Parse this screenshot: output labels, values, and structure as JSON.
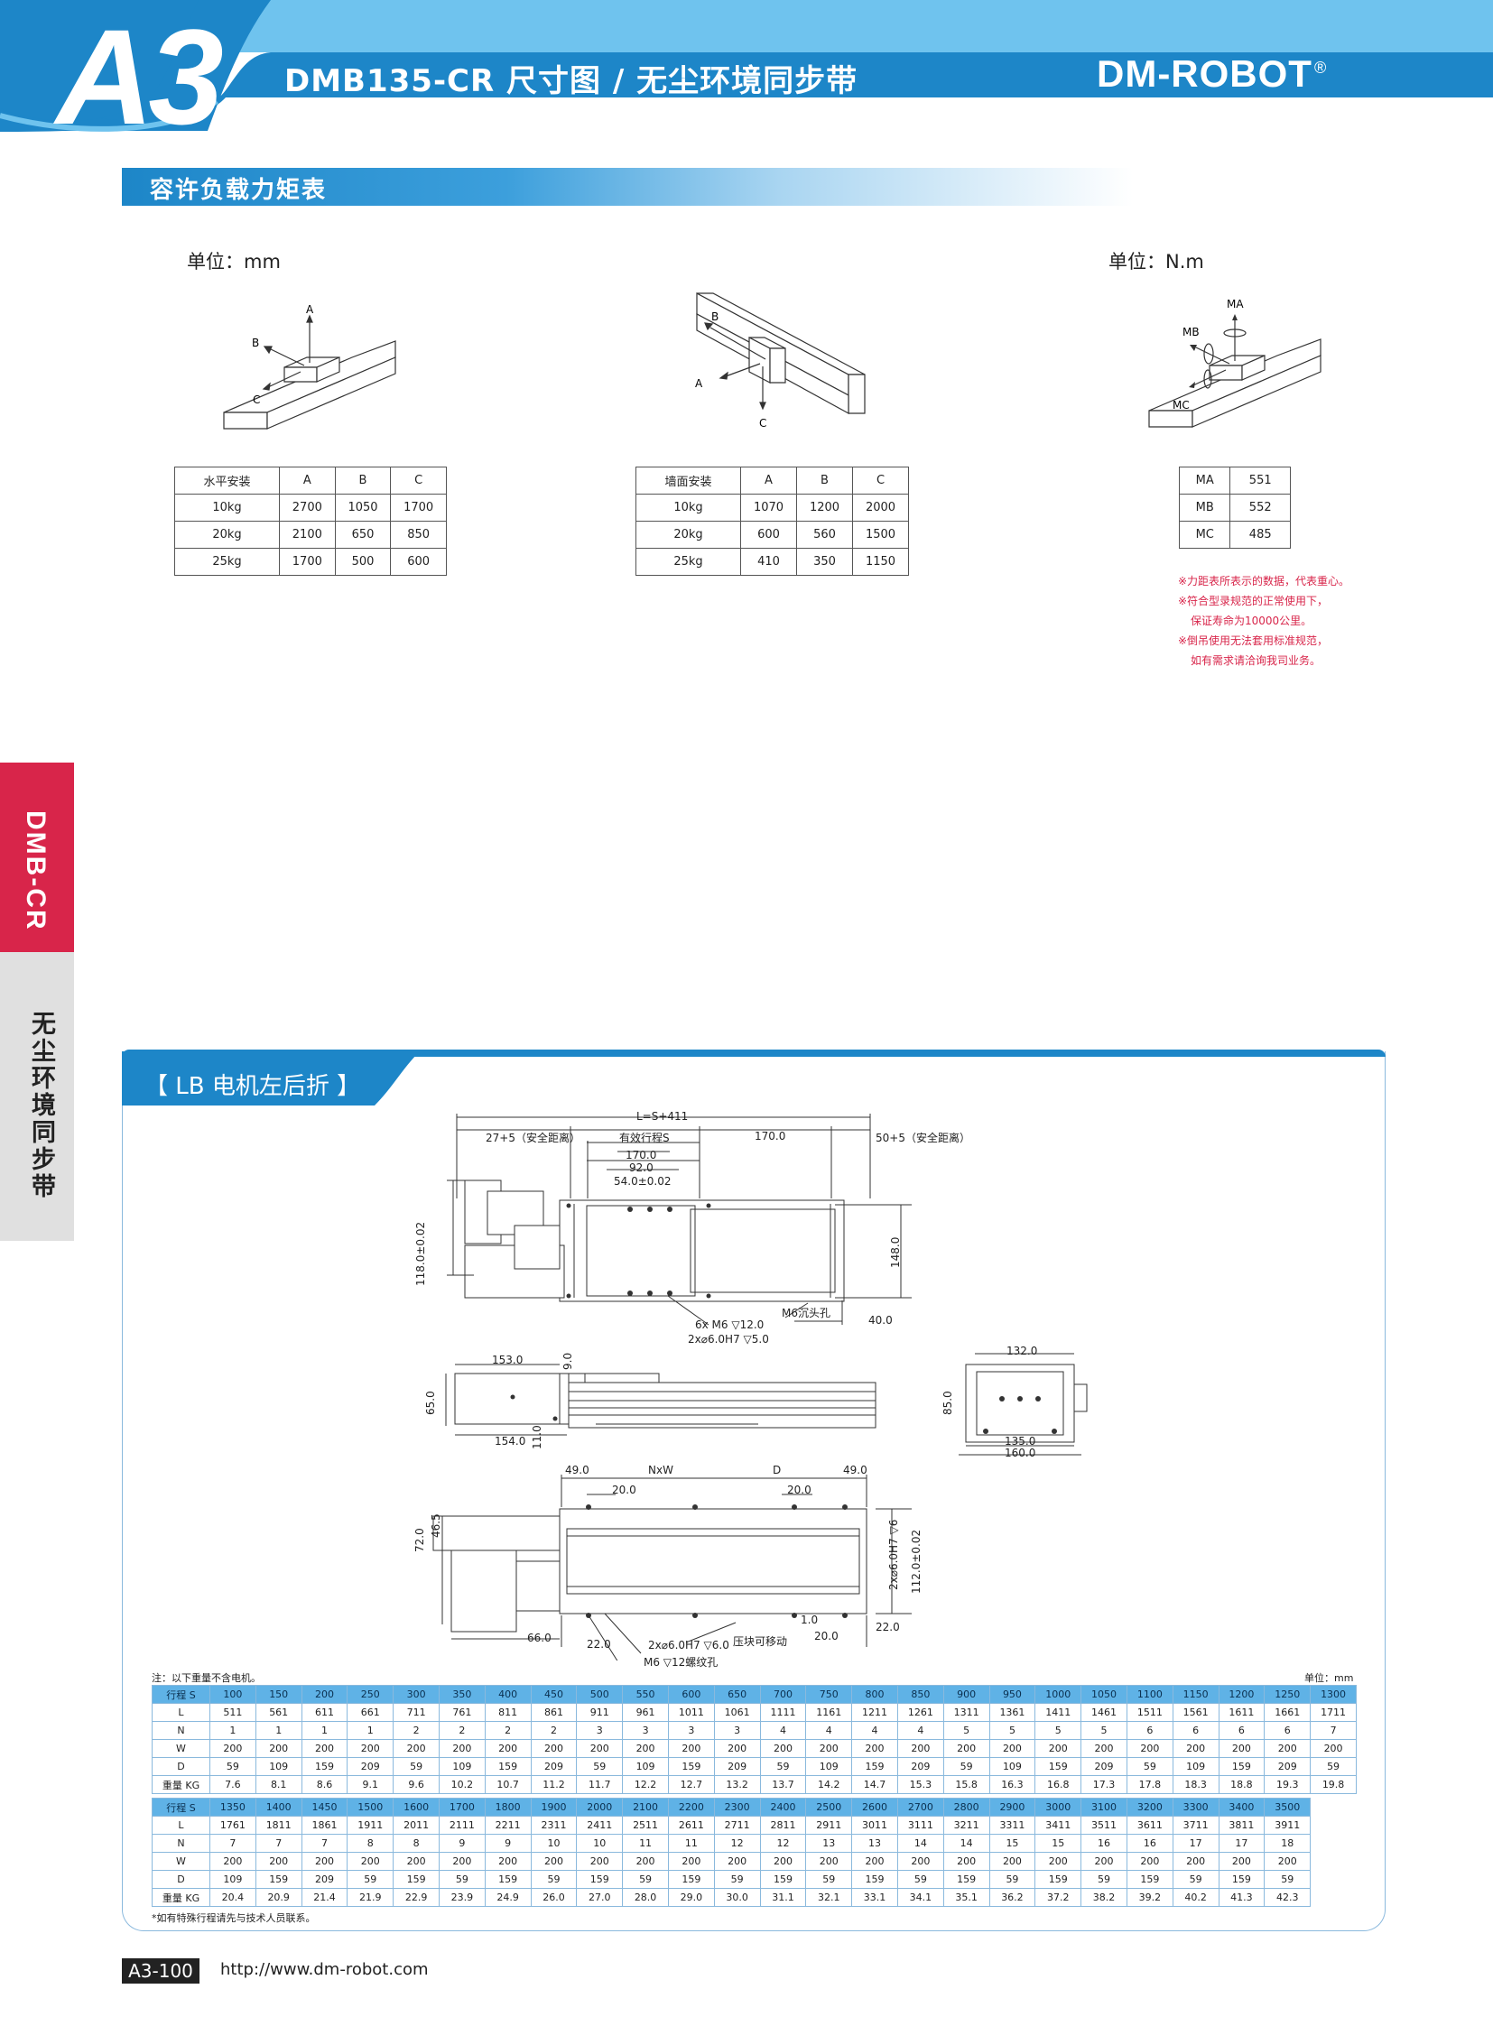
{
  "header": {
    "section_no": "A3",
    "title": "DMB135-CR 尺寸图 / 无尘环境同步带",
    "brand": "DM-ROBOT",
    "brand_mark": "®",
    "colors": {
      "primary_blue": "#1d86c8",
      "light_blue": "#6fc3ee",
      "accent_red": "#d8254a"
    }
  },
  "side_tab": {
    "series": "DMB-CR",
    "category": "无尘环境同步带"
  },
  "load_section": {
    "title": "容许负载力矩表",
    "unit_left": "单位：mm",
    "unit_right": "单位：N.m",
    "diagram1_labels": {
      "a": "A",
      "b": "B",
      "c": "C"
    },
    "diagram2_labels": {
      "a": "A",
      "b": "B",
      "c": "C"
    },
    "diagram3_labels": {
      "ma": "MA",
      "mb": "MB",
      "mc": "MC"
    },
    "horizontal_table": {
      "header": [
        "水平安装",
        "A",
        "B",
        "C"
      ],
      "rows": [
        [
          "10kg",
          "2700",
          "1050",
          "1700"
        ],
        [
          "20kg",
          "2100",
          "650",
          "850"
        ],
        [
          "25kg",
          "1700",
          "500",
          "600"
        ]
      ]
    },
    "wall_table": {
      "header": [
        "墙面安装",
        "A",
        "B",
        "C"
      ],
      "rows": [
        [
          "10kg",
          "1070",
          "1200",
          "2000"
        ],
        [
          "20kg",
          "600",
          "560",
          "1500"
        ],
        [
          "25kg",
          "410",
          "350",
          "1150"
        ]
      ]
    },
    "moment_table": {
      "rows": [
        [
          "MA",
          "551"
        ],
        [
          "MB",
          "552"
        ],
        [
          "MC",
          "485"
        ]
      ]
    },
    "notes": [
      "※力距表所表示的数据，代表重心。",
      "※符合型录规范的正常使用下，",
      "保证寿命为10000公里。",
      "※倒吊使用无法套用标准规范，",
      "如有需求请洽询我司业务。"
    ]
  },
  "lb_section": {
    "title": "【 LB 电机左后折 】",
    "dims": {
      "total": "L=S+411",
      "safe_left": "27+5（安全距离）",
      "stroke": "有效行程S",
      "d170a": "170.0",
      "safe_right": "50+5（安全距离）",
      "d170b": "170.0",
      "d92": "92.0",
      "d54": "54.0±0.02",
      "d118": "118.0±0.02",
      "d148": "148.0",
      "d40": "40.0",
      "m6_sink": "M6沉头孔",
      "holes1": "6x M6 ▽12.0",
      "holes2": "2x⌀6.0H7 ▽5.0",
      "d153": "153.0",
      "d9": "9.0",
      "d65": "65.0",
      "d154": "154.0",
      "d11": "11.0",
      "d132": "132.0",
      "d85": "85.0",
      "d135": "135.0",
      "d160": "160.0",
      "d49a": "49.0",
      "nxw": "NxW",
      "d_label": "D",
      "d49b": "49.0",
      "d20a": "20.0",
      "d20b": "20.0",
      "d72": "72.0",
      "d46": "46.5",
      "d6h7": "2x⌀6.0H7 ▽6",
      "d112": "112.0±0.02",
      "d1": "1.0",
      "d20c": "20.0",
      "d22a": "22.0",
      "d66": "66.0",
      "d22b": "22.0",
      "pin": "2x⌀6.0H7 ▽6.0",
      "thread": "M6 ▽12螺纹孔",
      "slider": "压块可移动"
    }
  },
  "spec": {
    "note": "注：以下重量不含电机。",
    "unit": "单位：mm",
    "row_labels": [
      "行程 S",
      "L",
      "N",
      "W",
      "D",
      "重量 KG"
    ],
    "table1": {
      "s": [
        "100",
        "150",
        "200",
        "250",
        "300",
        "350",
        "400",
        "450",
        "500",
        "550",
        "600",
        "650",
        "700",
        "750",
        "800",
        "850",
        "900",
        "950",
        "1000",
        "1050",
        "1100",
        "1150",
        "1200",
        "1250",
        "1300"
      ],
      "l": [
        "511",
        "561",
        "611",
        "661",
        "711",
        "761",
        "811",
        "861",
        "911",
        "961",
        "1011",
        "1061",
        "1111",
        "1161",
        "1211",
        "1261",
        "1311",
        "1361",
        "1411",
        "1461",
        "1511",
        "1561",
        "1611",
        "1661",
        "1711"
      ],
      "n": [
        "1",
        "1",
        "1",
        "1",
        "2",
        "2",
        "2",
        "2",
        "3",
        "3",
        "3",
        "3",
        "4",
        "4",
        "4",
        "4",
        "5",
        "5",
        "5",
        "5",
        "6",
        "6",
        "6",
        "6",
        "7"
      ],
      "w": [
        "200",
        "200",
        "200",
        "200",
        "200",
        "200",
        "200",
        "200",
        "200",
        "200",
        "200",
        "200",
        "200",
        "200",
        "200",
        "200",
        "200",
        "200",
        "200",
        "200",
        "200",
        "200",
        "200",
        "200",
        "200"
      ],
      "d": [
        "59",
        "109",
        "159",
        "209",
        "59",
        "109",
        "159",
        "209",
        "59",
        "109",
        "159",
        "209",
        "59",
        "109",
        "159",
        "209",
        "59",
        "109",
        "159",
        "209",
        "59",
        "109",
        "159",
        "209",
        "59"
      ],
      "kg": [
        "7.6",
        "8.1",
        "8.6",
        "9.1",
        "9.6",
        "10.2",
        "10.7",
        "11.2",
        "11.7",
        "12.2",
        "12.7",
        "13.2",
        "13.7",
        "14.2",
        "14.7",
        "15.3",
        "15.8",
        "16.3",
        "16.8",
        "17.3",
        "17.8",
        "18.3",
        "18.8",
        "19.3",
        "19.8"
      ]
    },
    "table2": {
      "s": [
        "1350",
        "1400",
        "1450",
        "1500",
        "1600",
        "1700",
        "1800",
        "1900",
        "2000",
        "2100",
        "2200",
        "2300",
        "2400",
        "2500",
        "2600",
        "2700",
        "2800",
        "2900",
        "3000",
        "3100",
        "3200",
        "3300",
        "3400",
        "3500"
      ],
      "l": [
        "1761",
        "1811",
        "1861",
        "1911",
        "2011",
        "2111",
        "2211",
        "2311",
        "2411",
        "2511",
        "2611",
        "2711",
        "2811",
        "2911",
        "3011",
        "3111",
        "3211",
        "3311",
        "3411",
        "3511",
        "3611",
        "3711",
        "3811",
        "3911"
      ],
      "n": [
        "7",
        "7",
        "7",
        "8",
        "8",
        "9",
        "9",
        "10",
        "10",
        "11",
        "11",
        "12",
        "12",
        "13",
        "13",
        "14",
        "14",
        "15",
        "15",
        "16",
        "16",
        "17",
        "17",
        "18"
      ],
      "w": [
        "200",
        "200",
        "200",
        "200",
        "200",
        "200",
        "200",
        "200",
        "200",
        "200",
        "200",
        "200",
        "200",
        "200",
        "200",
        "200",
        "200",
        "200",
        "200",
        "200",
        "200",
        "200",
        "200",
        "200"
      ],
      "d": [
        "109",
        "159",
        "209",
        "59",
        "159",
        "59",
        "159",
        "59",
        "159",
        "59",
        "159",
        "59",
        "159",
        "59",
        "159",
        "59",
        "159",
        "59",
        "159",
        "59",
        "159",
        "59",
        "159",
        "59"
      ],
      "kg": [
        "20.4",
        "20.9",
        "21.4",
        "21.9",
        "22.9",
        "23.9",
        "24.9",
        "26.0",
        "27.0",
        "28.0",
        "29.0",
        "30.0",
        "31.1",
        "32.1",
        "33.1",
        "34.1",
        "35.1",
        "36.2",
        "37.2",
        "38.2",
        "39.2",
        "40.2",
        "41.3",
        "42.3"
      ]
    },
    "footnote": "*如有特殊行程请先与技术人员联系。"
  },
  "footer": {
    "page": "A3-100",
    "website": "http://www.dm-robot.com"
  }
}
